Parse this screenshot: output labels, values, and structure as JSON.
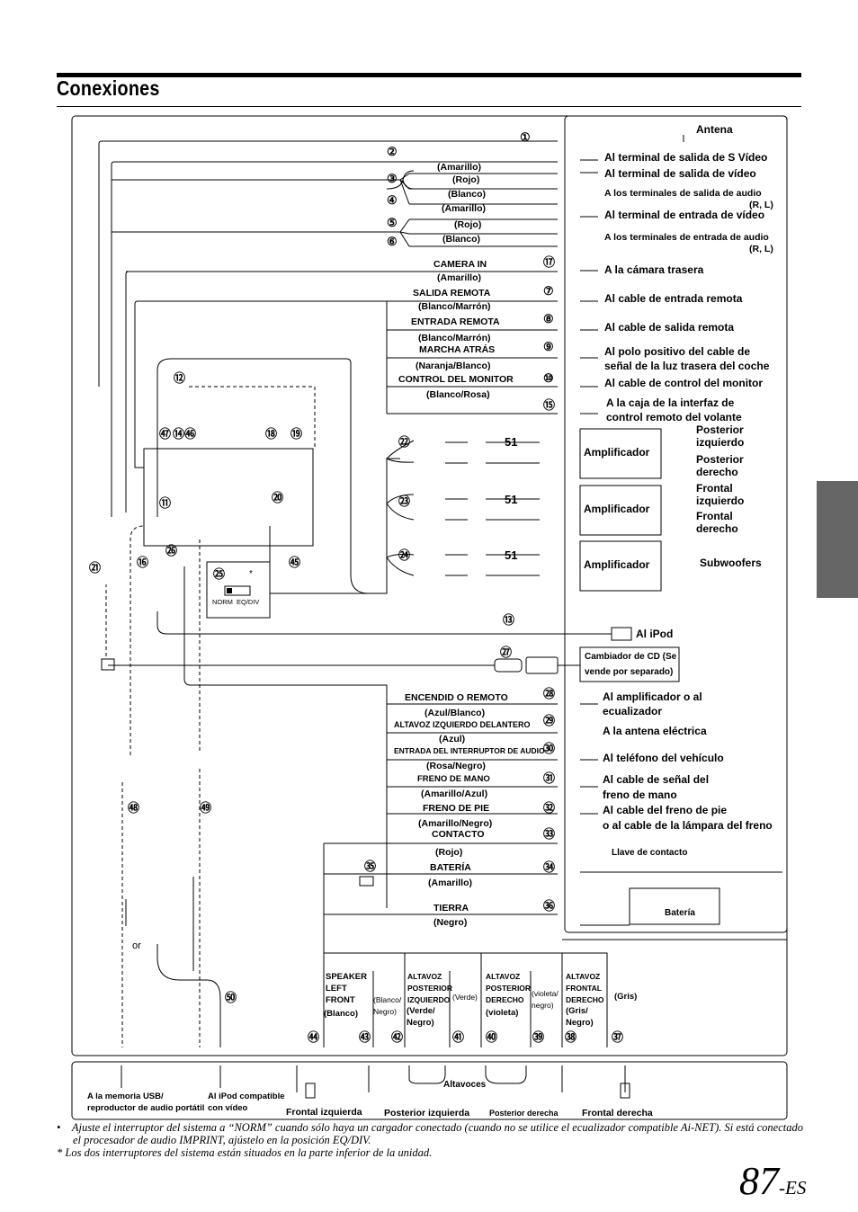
{
  "page": {
    "title": "Conexiones",
    "page_number": "87",
    "page_suffix": "-ES",
    "note_bullet": "•",
    "note_1": "Ajuste el interruptor del sistema a “NORM” cuando sólo haya un cargador conectado (cuando no se utilice el ecualizador compatible Ai-NET). Si está conectado el procesador de audio IMPRINT, ajústelo en la posición EQ/DIV.",
    "note_2": "* Los dos interruptores del sistema están situados en la parte inferior de la unidad."
  },
  "wire_labels": [
    {
      "id": "amarillo1",
      "text": "(Amarillo)"
    },
    {
      "id": "rojo1",
      "text": "(Rojo)"
    },
    {
      "id": "blanco1",
      "text": "(Blanco)"
    },
    {
      "id": "amarillo2",
      "text": "(Amarillo)"
    },
    {
      "id": "rojo2",
      "text": "(Rojo)"
    },
    {
      "id": "blanco2",
      "text": "(Blanco)"
    },
    {
      "id": "camera_in",
      "text": "CAMERA IN"
    },
    {
      "id": "amarillo3",
      "text": "(Amarillo)"
    },
    {
      "id": "salida_remota",
      "text": "SALIDA REMOTA"
    },
    {
      "id": "bm1",
      "text": "(Blanco/Marrón)"
    },
    {
      "id": "entrada_remota",
      "text": "ENTRADA REMOTA"
    },
    {
      "id": "bm2",
      "text": "(Blanco/Marrón)"
    },
    {
      "id": "marcha_atras",
      "text": "MARCHA ATRÁS"
    },
    {
      "id": "nb",
      "text": "(Naranja/Blanco)"
    },
    {
      "id": "control_monitor",
      "text": "CONTROL DEL MONITOR"
    },
    {
      "id": "br",
      "text": "(Blanco/Rosa)"
    },
    {
      "id": "encendido",
      "text": "ENCENDID O REMOTO"
    },
    {
      "id": "ab",
      "text": "(Azul/Blanco)"
    },
    {
      "id": "altavoz_izq_del",
      "text": "ALTAVOZ IZQUIERDO DELANTERO"
    },
    {
      "id": "azul",
      "text": "(Azul)"
    },
    {
      "id": "entrada_interr",
      "text": "ENTRADA DEL INTERRUPTOR DE AUDIO"
    },
    {
      "id": "rn",
      "text": "(Rosa/Negro)"
    },
    {
      "id": "freno_mano",
      "text": "FRENO DE MANO"
    },
    {
      "id": "aa",
      "text": "(Amarillo/Azul)"
    },
    {
      "id": "freno_pie",
      "text": "FRENO DE PIE"
    },
    {
      "id": "an",
      "text": "(Amarillo/Negro)"
    },
    {
      "id": "contacto",
      "text": "CONTACTO"
    },
    {
      "id": "rojo3",
      "text": "(Rojo)"
    },
    {
      "id": "bateria_w",
      "text": "BATERÍA"
    },
    {
      "id": "amarillo4",
      "text": "(Amarillo)"
    },
    {
      "id": "tierra",
      "text": "TIERRA"
    },
    {
      "id": "negro",
      "text": "(Negro)"
    }
  ],
  "right_labels": {
    "antena": "Antena",
    "s_video": "Al terminal de salida de S Vídeo",
    "video_out": "Al terminal de salida de vídeo",
    "audio_out": "A los terminales de salida de audio",
    "rl1": "(R, L)",
    "video_in": "Al terminal de entrada de vídeo",
    "audio_in": "A los terminales de entrada de audio",
    "rl2": "(R, L)",
    "camara": "A la cámara trasera",
    "cable_entrada": "Al cable de entrada remota",
    "cable_salida": "Al cable de salida remota",
    "polo_1": "Al polo positivo del cable de",
    "polo_2": "señal de la luz trasera del coche",
    "control_monitor": "Al cable de control del monitor",
    "volante_1": "A la caja de la interfaz de",
    "volante_2": "control remoto del volante",
    "amplificador_1": "Amplificador",
    "amplificador_2": "Amplificador",
    "amplificador_3": "Amplificador",
    "post_izq_1": "Posterior",
    "post_izq_2": "izquierdo",
    "post_der_1": "Posterior",
    "post_der_2": "derecho",
    "front_izq_1": "Frontal",
    "front_izq_2": "izquierdo",
    "front_der_1": "Frontal",
    "front_der_2": "derecho",
    "subwoofers": "Subwoofers",
    "ipod": "Al iPod",
    "cambiador_1": "Cambiador de CD (Se",
    "cambiador_2": "vende por separado)",
    "ampli_ecual_1": "Al amplificador o al",
    "ampli_ecual_2": "ecualizador",
    "antena_electrica": "A la antena eléctrica",
    "telefono": "Al teléfono del vehículo",
    "senal_freno_1": "Al cable de señal del",
    "senal_freno_2": "freno de mano",
    "freno_pie_1": "Al cable del freno de pie",
    "freno_pie_2": "o al cable de la lámpara del freno",
    "llave": "Llave de contacto",
    "bateria": "Batería"
  },
  "numbers": {
    "n1": "①",
    "n2": "②",
    "n3": "③",
    "n4": "④",
    "n5": "⑤",
    "n6": "⑥",
    "n7": "⑦",
    "n8": "⑧",
    "n9": "⑨",
    "n10": "⑩",
    "n11": "⑪",
    "n12": "⑫",
    "n13": "⑬",
    "n14": "⑭",
    "n15": "⑮",
    "n16": "⑯",
    "n17": "⑰",
    "n18": "⑱",
    "n19": "⑲",
    "n20": "⑳",
    "n21": "㉑",
    "n22": "㉒",
    "n23": "㉓",
    "n24": "㉔",
    "n25": "㉕",
    "n26": "㉖",
    "n27": "㉗",
    "n28": "㉘",
    "n29": "㉙",
    "n30": "㉚",
    "n31": "㉛",
    "n32": "㉜",
    "n33": "㉝",
    "n34": "㉞",
    "n35": "㉟",
    "n36": "㊱",
    "n37": "㊲",
    "n38": "㊳",
    "n39": "㊴",
    "n40": "㊵",
    "n41": "㊶",
    "n42": "㊷",
    "n43": "㊸",
    "n44": "㊹",
    "n45": "㊺",
    "n46": "㊻",
    "n47": "㊼",
    "n48": "㊽",
    "n49": "㊾",
    "n50": "㊿",
    "n51": "51"
  },
  "switch": {
    "star": "*",
    "norm": "NORM",
    "eqdiv": "EQ/DIV"
  },
  "speaker_wires": {
    "sp_left_1": "SPEAKER",
    "sp_left_2": "LEFT",
    "sp_left_3": "FRONT",
    "blanco": "(Blanco)",
    "blanco_negro_1": "(Blanco/",
    "blanco_negro_2": "Negro)",
    "alt_post_izq_1": "ALTAVOZ",
    "alt_post_izq_2": "POSTERIOR",
    "alt_post_izq_3": "IZQUIERDO",
    "verde_negro_1": "(Verde/",
    "verde_negro_2": "Negro)",
    "verde": "(Verde)",
    "alt_post_der_1": "ALTAVOZ",
    "alt_post_der_2": "POSTERIOR",
    "alt_post_der_3": "DERECHO",
    "violeta": "(violeta)",
    "violeta_negro_1": "(violeta/",
    "violeta_negro_2": "negro)",
    "alt_front_der_1": "ALTAVOZ",
    "alt_front_der_2": "FRONTAL",
    "alt_front_der_3": "DERECHO",
    "gris_negro_1": "(Gris/",
    "gris_negro_2": "Negro)",
    "gris": "(Gris)"
  },
  "bottom": {
    "usb_1": "A la memoria USB/",
    "usb_2": "reproductor de audio portátil",
    "ipod_v_1": "Al iPod compatible",
    "ipod_v_2": "con vídeo",
    "altavoces": "Altavoces",
    "frontal_izq": "Frontal izquierda",
    "posterior_izq": "Posterior izquierda",
    "posterior_der": "Posterior derecha",
    "frontal_der": "Frontal derecha",
    "or": "or"
  }
}
